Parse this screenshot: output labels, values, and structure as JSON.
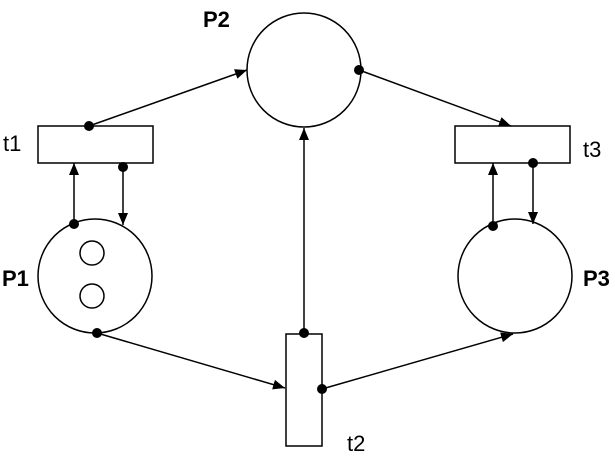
{
  "places": {
    "p1": {
      "label": "P1",
      "tokens": 2
    },
    "p2": {
      "label": "P2",
      "tokens": 0
    },
    "p3": {
      "label": "P3",
      "tokens": 0
    }
  },
  "transitions": {
    "t1": {
      "label": "t1"
    },
    "t2": {
      "label": "t2"
    },
    "t3": {
      "label": "t3"
    }
  },
  "arcs": [
    {
      "from": "t1",
      "to": "p2"
    },
    {
      "from": "p1",
      "to": "t1"
    },
    {
      "from": "t1",
      "to": "p1"
    },
    {
      "from": "p2",
      "to": "t3"
    },
    {
      "from": "p3",
      "to": "t3"
    },
    {
      "from": "t3",
      "to": "p3"
    },
    {
      "from": "p1",
      "to": "t2"
    },
    {
      "from": "t2",
      "to": "p2"
    },
    {
      "from": "t2",
      "to": "p3"
    }
  ],
  "colors": {
    "stroke": "#000000",
    "background": "#ffffff"
  }
}
